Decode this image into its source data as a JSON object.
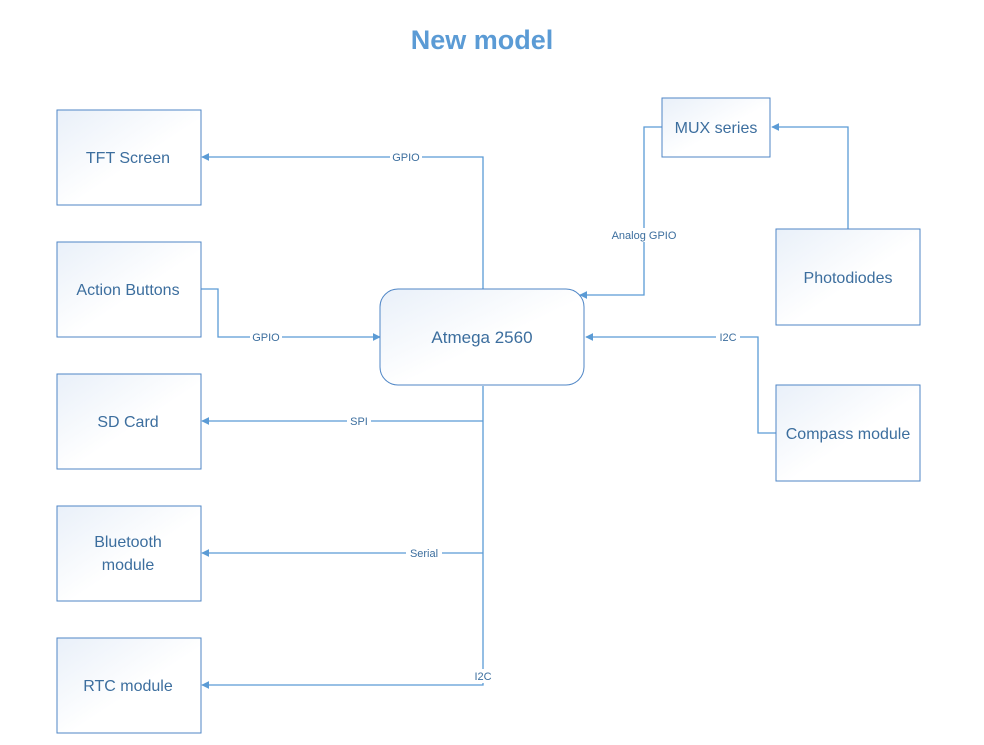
{
  "title": "New model",
  "hub": {
    "label": "Atmega 2560"
  },
  "blocks": {
    "tft": "TFT Screen",
    "buttons": "Action Buttons",
    "sd": "SD Card",
    "bt_line1": "Bluetooth",
    "bt_line2": "module",
    "rtc": "RTC module",
    "mux": "MUX series",
    "photo": "Photodiodes",
    "compass": "Compass module"
  },
  "links": {
    "tft": "GPIO",
    "buttons": "GPIO",
    "sd": "SPI",
    "bt": "Serial",
    "rtc": "I2C",
    "mux": "Analog GPIO",
    "compass": "I2C"
  },
  "colors": {
    "title": "#5b9bd5",
    "wire": "#5b9bd5",
    "box_border": "#4f86c6",
    "box_text": "#3c6e9e"
  }
}
